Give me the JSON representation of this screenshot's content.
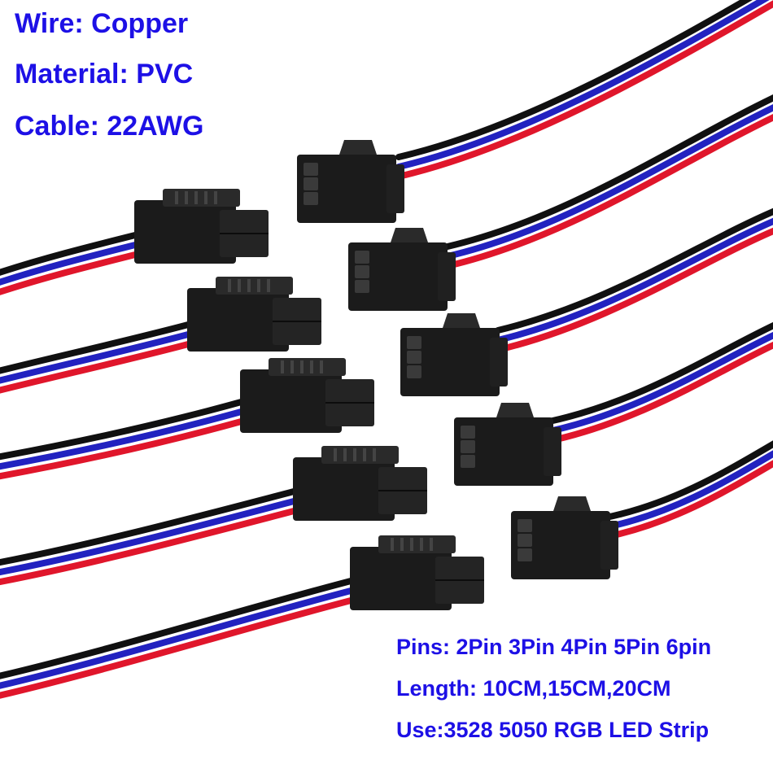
{
  "specs_top": [
    "Wire: Copper",
    "Material: PVC",
    "Cable: 22AWG"
  ],
  "specs_bottom": [
    "Pins: 2Pin 3Pin 4Pin 5Pin 6pin",
    "Length: 10CM,15CM,20CM",
    "Use:3528 5050 RGB LED Strip"
  ],
  "colors": {
    "text": "#1d10e6",
    "wire_black": "#101010",
    "wire_blue": "#2222c0",
    "wire_red": "#e0162b",
    "connector": "#1b1b1b",
    "background": "#ffffff"
  },
  "product": {
    "connector_pairs": 5,
    "wires_per_cable": 3,
    "wire_colors": [
      "black",
      "blue",
      "red"
    ]
  }
}
